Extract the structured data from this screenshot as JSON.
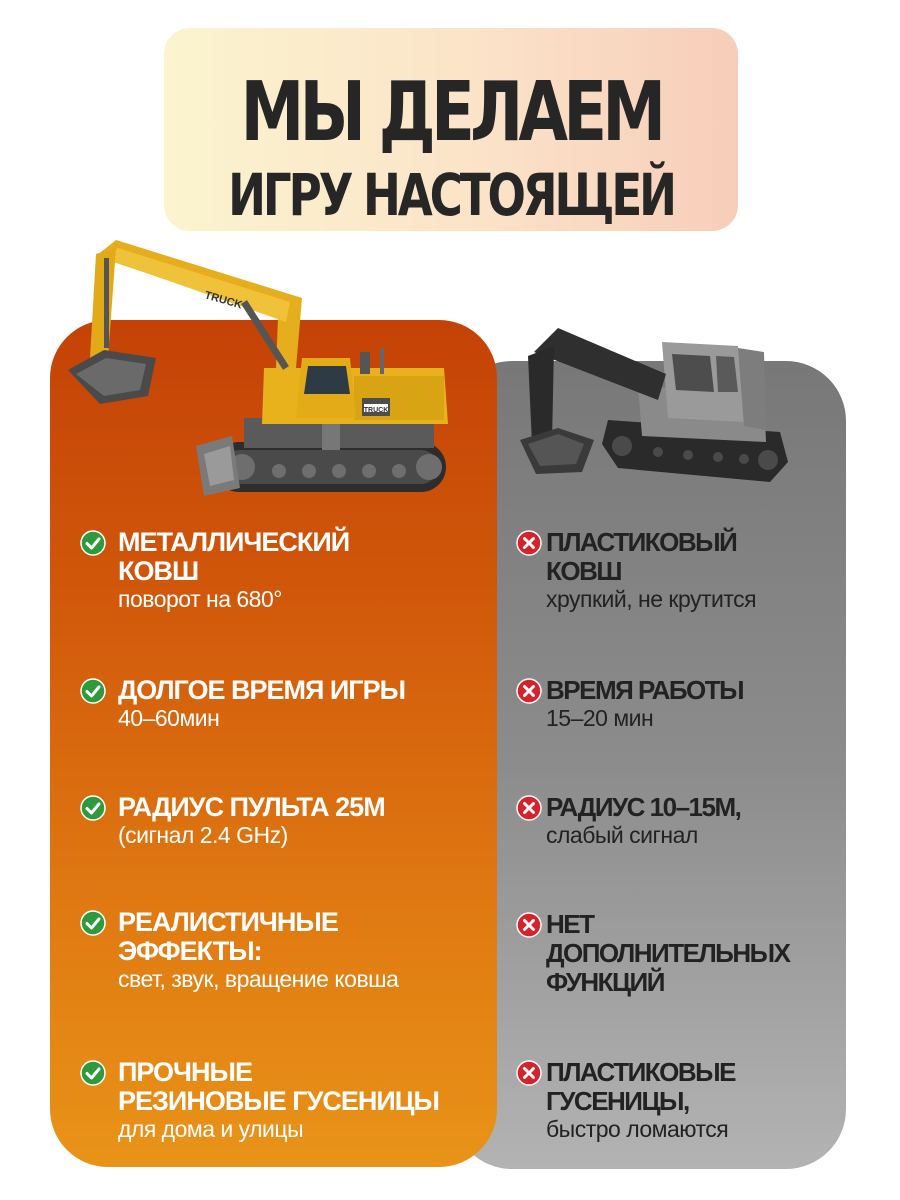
{
  "title": {
    "line1": "МЫ ДЕЛАЕМ",
    "line2": "ИГРУ НАСТОЯЩЕЙ"
  },
  "icons": {
    "good": "check-circle-icon",
    "bad": "cross-circle-icon"
  },
  "colors": {
    "check_green": "#2f9a3d",
    "cross_red": "#d8222b",
    "left_panel_top": "#c44206",
    "left_panel_bottom": "#e99318",
    "right_panel": "#888888",
    "title_text": "#262626"
  },
  "images": {
    "metal_excavator_label": "TRUCK",
    "metal_excavator_cab_label": "TRUCK"
  },
  "left_features": [
    {
      "head": "МЕТАЛЛИЧЕСКИЙ\nКОВШ",
      "sub": "поворот на 680°"
    },
    {
      "head": "ДОЛГОЕ ВРЕМЯ ИГРЫ",
      "sub": "40–60мин"
    },
    {
      "head": "РАДИУС ПУЛЬТА 25м",
      "sub": "(сигнал 2.4 GHz)"
    },
    {
      "head": "РЕАЛИСТИЧНЫЕ\nЭФФЕКТЫ:",
      "sub": "свет, звук, вращение ковша"
    },
    {
      "head": "ПРОЧНЫЕ\nРЕЗИНОВЫЕ ГУСЕНИЦЫ",
      "sub": "для дома и улицы"
    }
  ],
  "right_features": [
    {
      "head": "ПЛАСТИКОВЫЙ\nКОВШ",
      "sub": "хрупкий, не крутится"
    },
    {
      "head": "ВРЕМЯ РАБОТЫ",
      "sub": "15–20 мин"
    },
    {
      "head": "РАДИУС 10–15м,",
      "sub": "слабый сигнал"
    },
    {
      "head": "НЕТ\nДОПОЛНИТЕЛЬНЫХ\nФУНКЦИЙ",
      "sub": ""
    },
    {
      "head": "ПЛАСТИКОВЫЕ\nГУСЕНИЦЫ,",
      "sub": "быстро ломаются"
    }
  ]
}
